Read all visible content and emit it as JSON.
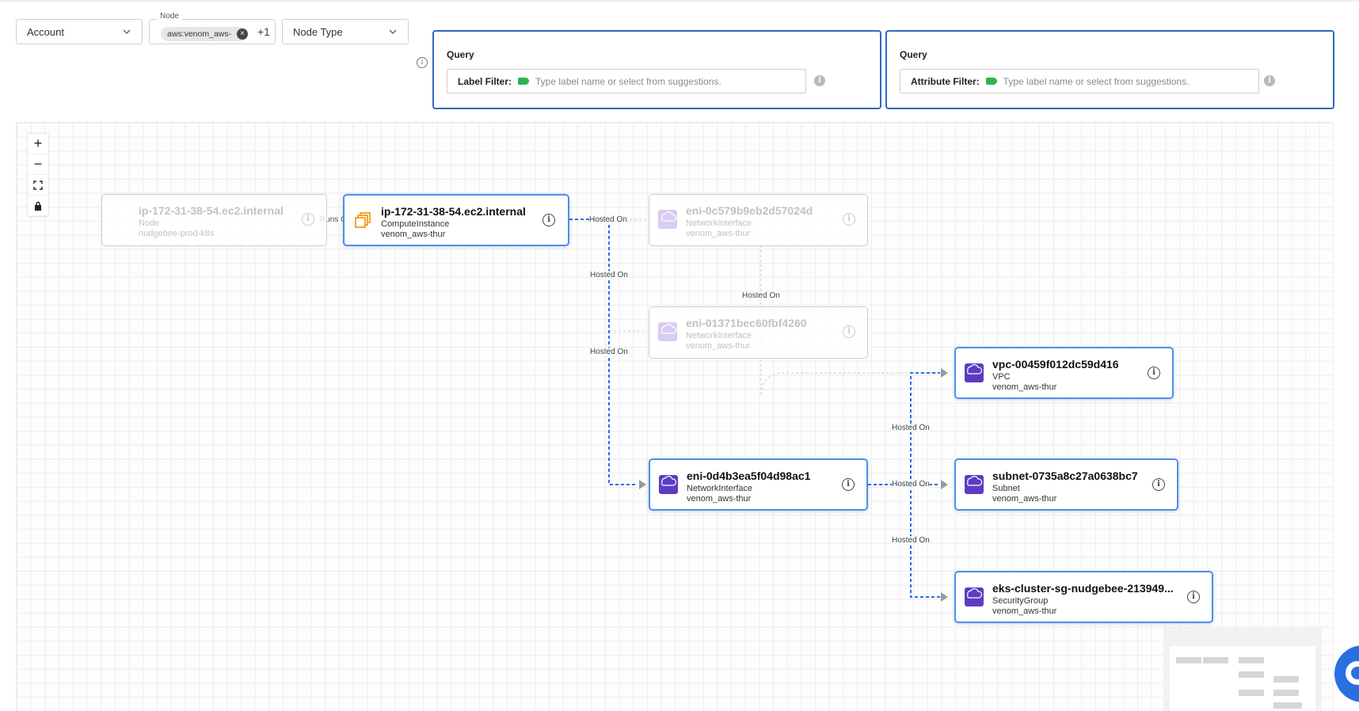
{
  "filters": {
    "account_label": "Account",
    "node_legend": "Node",
    "node_chip": "aws:venom_aws-",
    "node_more": "+1",
    "node_type_label": "Node Type"
  },
  "queries": [
    {
      "title": "Query",
      "label": "Label Filter:",
      "placeholder": "Type label name or select from suggestions."
    },
    {
      "title": "Query",
      "label": "Attribute Filter:",
      "placeholder": "Type label name or select from suggestions."
    }
  ],
  "controls": {
    "zoom_in": "+",
    "zoom_out": "−"
  },
  "nodes": [
    {
      "title": "ip-172-31-38-54.ec2.internal",
      "type": "Node",
      "account": "nudgebee-prod-k8s",
      "state": "faded"
    },
    {
      "title": "ip-172-31-38-54.ec2.internal",
      "type": "ComputeInstance",
      "account": "venom_aws-thur",
      "state": "active"
    },
    {
      "title": "eni-0c579b9eb2d57024d",
      "type": "NetworkInterface",
      "account": "venom_aws-thur",
      "state": "faded"
    },
    {
      "title": "eni-01371bec60fbf4260",
      "type": "NetworkInterface",
      "account": "venom_aws-thur",
      "state": "faded"
    },
    {
      "title": "vpc-00459f012dc59d416",
      "type": "VPC",
      "account": "venom_aws-thur",
      "state": "active"
    },
    {
      "title": "eni-0d4b3ea5f04d98ac1",
      "type": "NetworkInterface",
      "account": "venom_aws-thur",
      "state": "active"
    },
    {
      "title": "subnet-0735a8c27a0638bc7",
      "type": "Subnet",
      "account": "venom_aws-thur",
      "state": "active"
    },
    {
      "title": "eks-cluster-sg-nudgebee-213949...",
      "type": "SecurityGroup",
      "account": "venom_aws-thur",
      "state": "active"
    }
  ],
  "edges": {
    "runs_on": "Runs O",
    "hosted_on": "Hosted On"
  },
  "colors": {
    "accent": "#2f67c5",
    "node_border": "#4e8fe8",
    "edge": "#2a6fe0",
    "faded_border": "#b9ddb5",
    "aws_purple": "#5c3bc4",
    "aws_orange": "#f29100"
  }
}
